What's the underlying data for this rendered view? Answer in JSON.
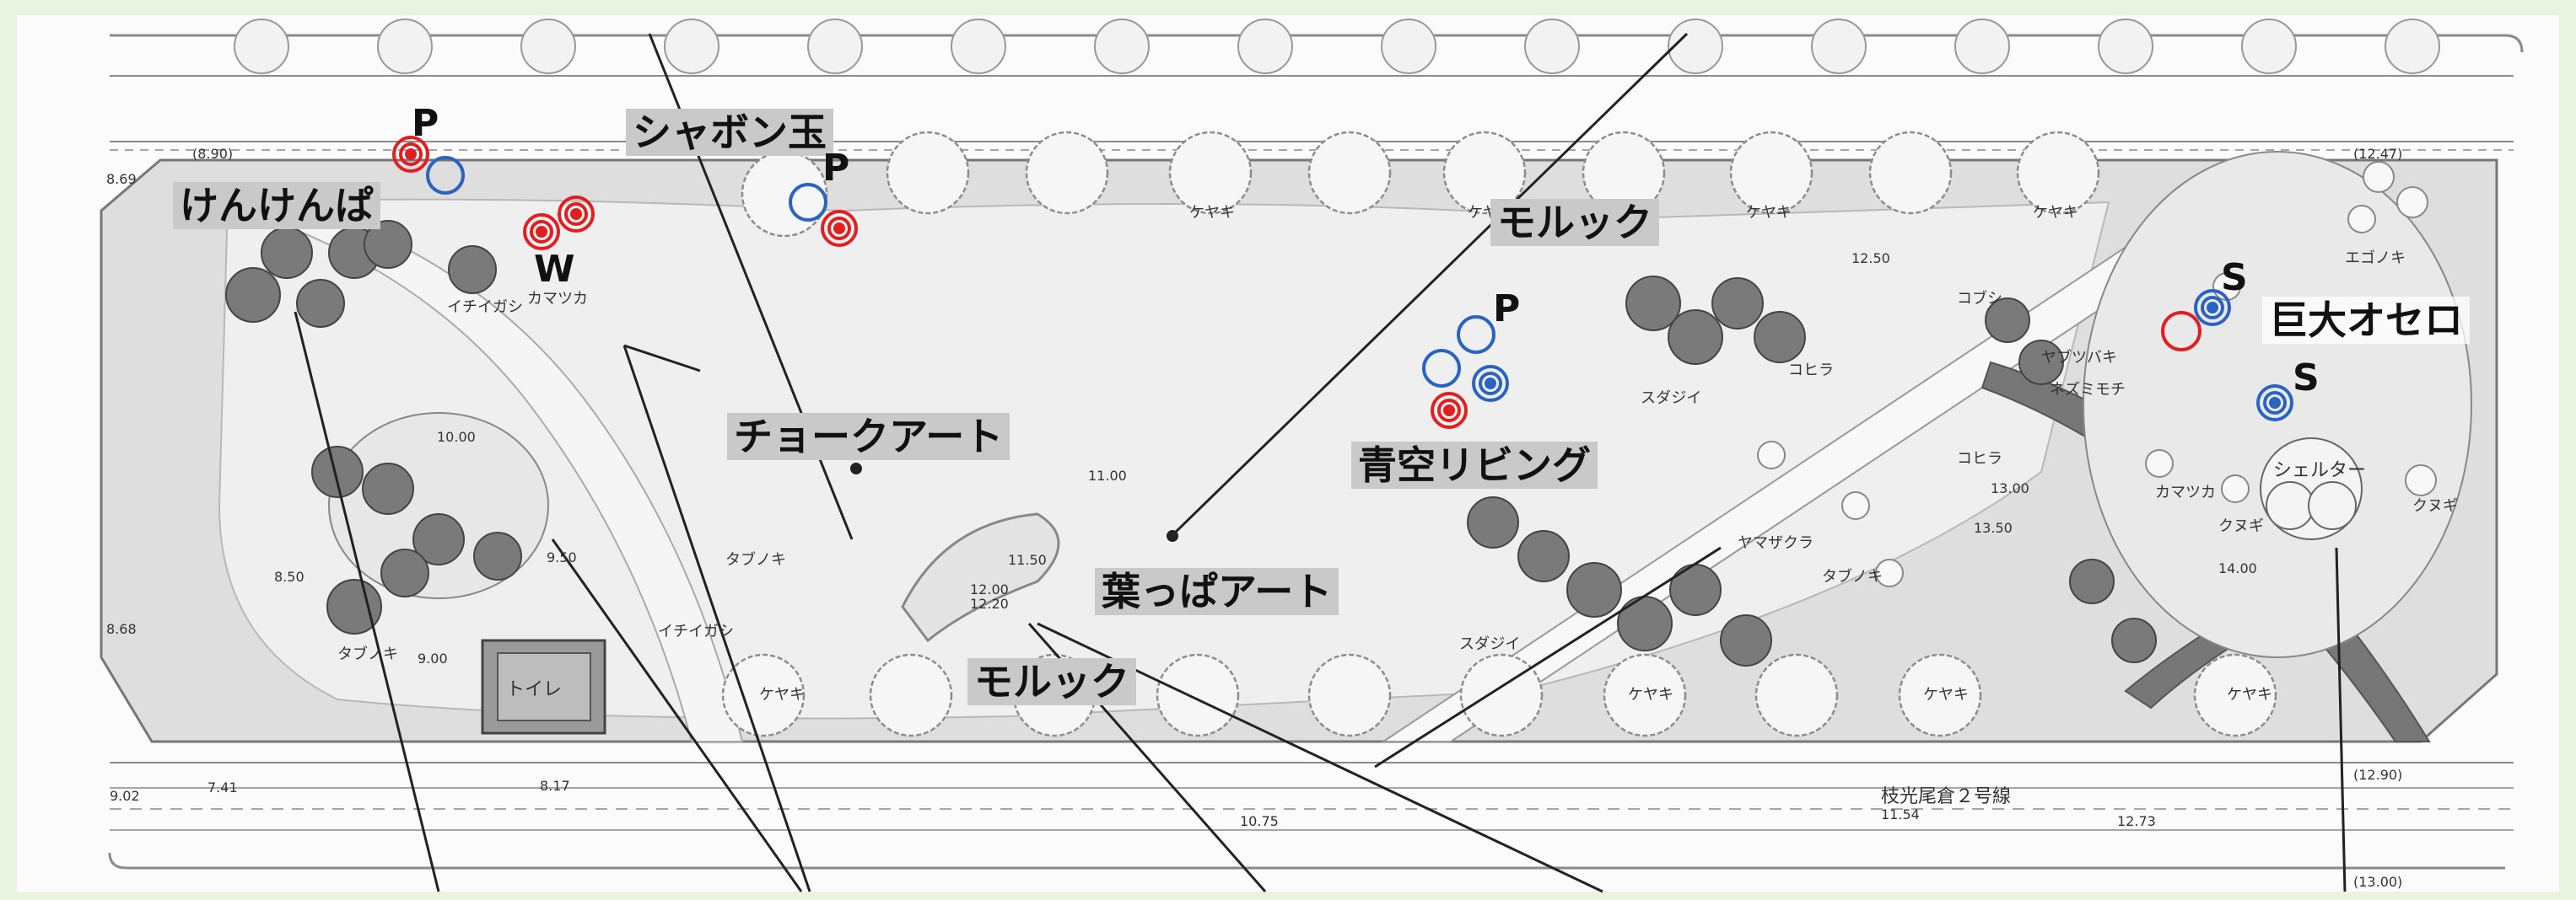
{
  "colors": {
    "background": "#e8f3e0",
    "marker_red": "#e02020",
    "marker_blue": "#2a64c0",
    "label_bg": "#c9c9c9",
    "park_fill": "#dedede",
    "path_fill": "#f3f3f3"
  },
  "labels": {
    "kenkenpa": "けんけんぱ",
    "shabondama": "シャボン玉",
    "morukku_top": "モルック",
    "chalk_art": "チョークアート",
    "aozora_living": "青空リビング",
    "happa_art": "葉っぱアート",
    "morukku_bottom": "モルック",
    "kyodai_othello": "巨大オセロ"
  },
  "letters": {
    "p1": "P",
    "w": "W",
    "p2": "P",
    "p3": "P",
    "s1": "S",
    "s2": "S"
  },
  "plan_text": {
    "toilet": "トイレ",
    "shelter": "シェルター",
    "street_name": "枝光尾倉２号線",
    "tree_keyaki": "ケヤキ",
    "tree_tabunoki": "タブノキ",
    "tree_kamatsuka": "カマツカ",
    "tree_ichiigashi": "イチイガシ",
    "tree_sudajii": "スダジイ",
    "tree_kunugi": "クヌギ",
    "tree_kobushi": "コブシ",
    "tree_egonoki": "エゴノキ",
    "tree_kohira": "コヒラ",
    "tree_yabutsubaki": "ヤブツバキ",
    "tree_nezumimochi": "ネズミモチ",
    "tree_yamazakura": "ヤマザクラ"
  },
  "elevations": {
    "left_top": "(8.90)",
    "left_edge": "8.69",
    "left_low": "8.68",
    "e9_50": "9.50",
    "e9_00": "9.00",
    "e8_50": "8.50",
    "e10_00": "10.00",
    "e11_00": "11.00",
    "e11_50": "11.50",
    "e12_00": "12.00",
    "e12_20": "12.20",
    "e12_50": "12.50",
    "e13_00": "13.00",
    "e13_50": "13.50",
    "e14_00": "14.00",
    "right_top": "(12.47)",
    "right_bottom": "(12.90)",
    "right_corner": "(13.00)",
    "bottom_7_41": "7.41",
    "bottom_8_17": "8.17",
    "bottom_9_02": "9.02",
    "bottom_10_75": "10.75",
    "bottom_11_54": "11.54",
    "bottom_12_73": "12.73"
  }
}
